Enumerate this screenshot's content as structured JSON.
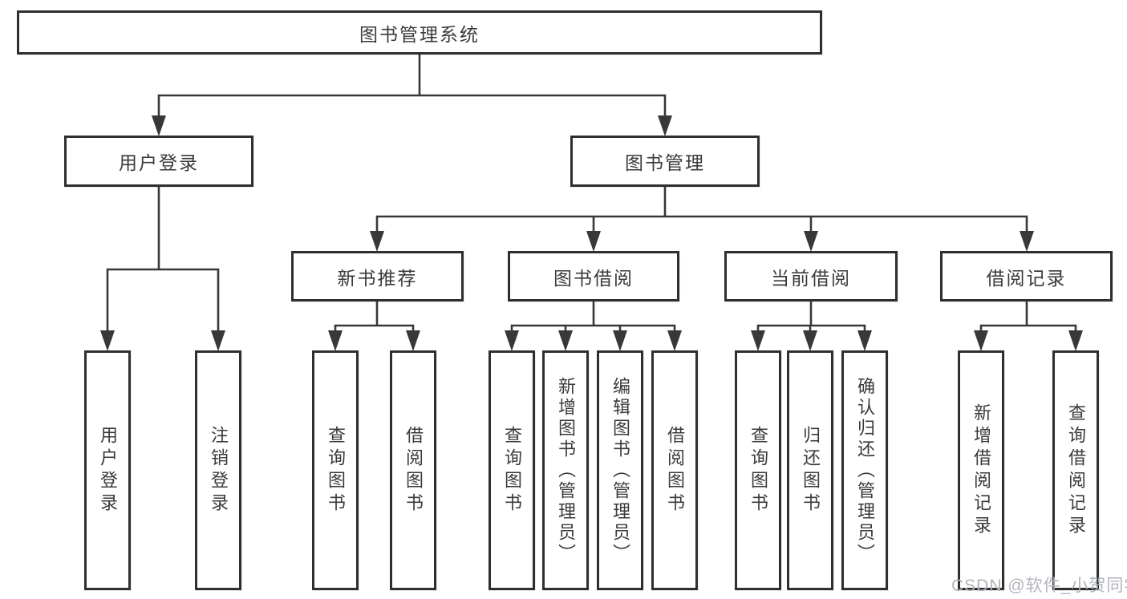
{
  "diagram": {
    "root": {
      "label": "图书管理系统"
    },
    "children": [
      {
        "label": "用户登录",
        "children": [
          {
            "label": "用户登录"
          },
          {
            "label": "注销登录"
          }
        ]
      },
      {
        "label": "图书管理",
        "children": [
          {
            "label": "新书推荐",
            "children": [
              {
                "label": "查询图书"
              },
              {
                "label": "借阅图书"
              }
            ]
          },
          {
            "label": "图书借阅",
            "children": [
              {
                "label": "查询图书"
              },
              {
                "label": "新增图书（管理员）"
              },
              {
                "label": "编辑图书（管理员）"
              },
              {
                "label": "借阅图书"
              }
            ]
          },
          {
            "label": "当前借阅",
            "children": [
              {
                "label": "查询图书"
              },
              {
                "label": "归还图书"
              },
              {
                "label": "确认归还（管理员）"
              }
            ]
          },
          {
            "label": "借阅记录",
            "children": [
              {
                "label": "新增借阅记录"
              },
              {
                "label": "查询借阅记录"
              }
            ]
          }
        ]
      }
    ]
  },
  "watermark": {
    "text": "CSDN @软件_小贺同学"
  },
  "colors": {
    "line": "#383838",
    "box_border": "#2f2f2f",
    "text": "#3a3a3a",
    "watermark": "#b0b5bb",
    "background": "#ffffff"
  }
}
